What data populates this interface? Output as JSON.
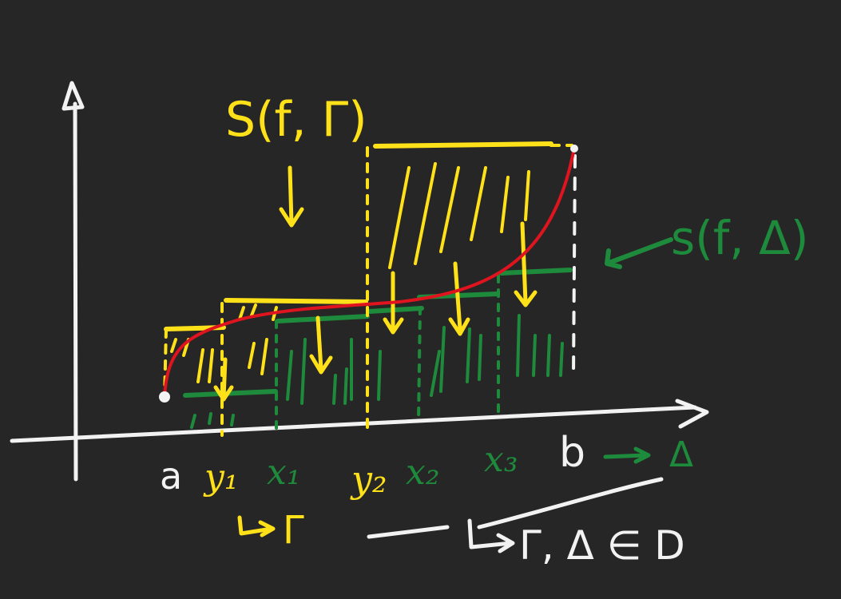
{
  "colors": {
    "background": "#262626",
    "white": "#f2f2f2",
    "yellow": "#ffe11a",
    "green": "#1e8a3c",
    "red": "#e0141e"
  },
  "labels": {
    "upper_sum": "S(f, Γ)",
    "lower_sum": "s(f, Δ)",
    "a": "a",
    "b": "b",
    "y1": "y₁",
    "y2": "y₂",
    "x1": "x₁",
    "x2": "x₂",
    "x3": "x₃",
    "delta": "Δ",
    "gamma": "Γ",
    "conclusion": "Γ, Δ ∈ D"
  }
}
